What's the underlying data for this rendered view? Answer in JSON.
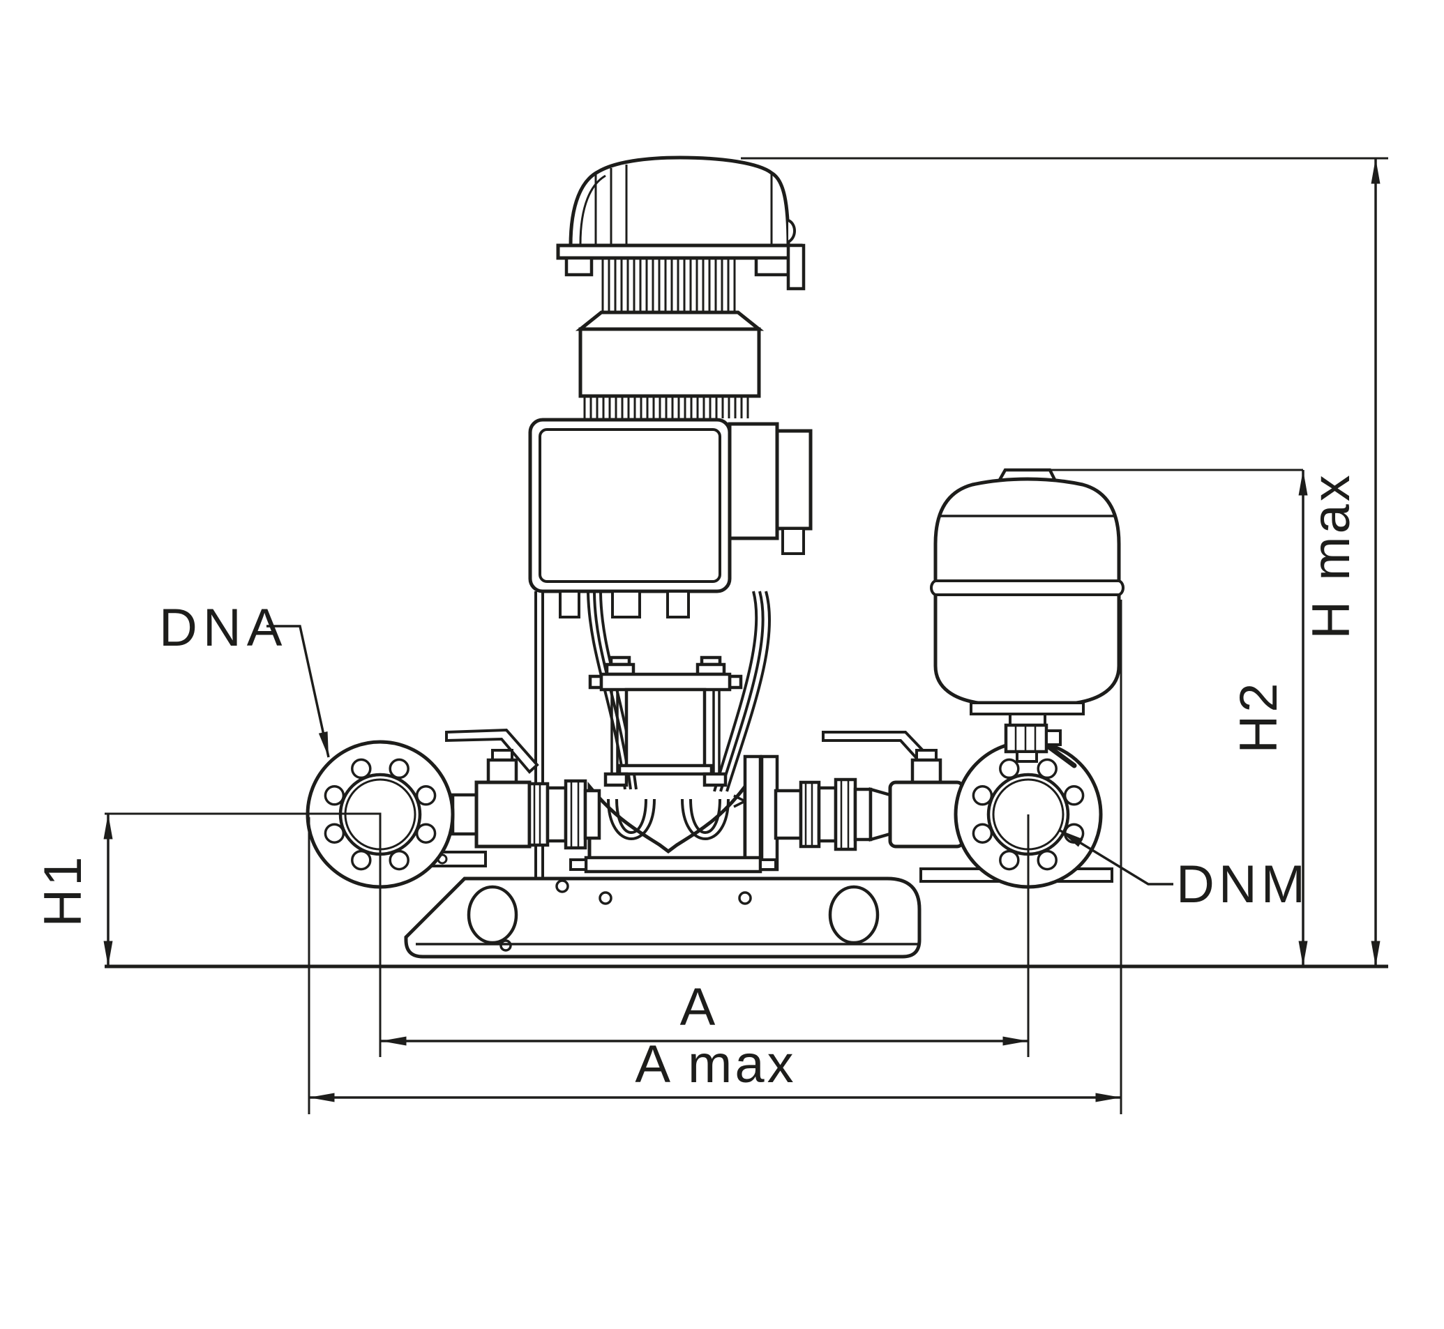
{
  "figure": {
    "type": "technical-dimensional-drawing",
    "subject": "vertical multistage booster pump set with diaphragm pressure tank",
    "line_color": "#1d1d1b",
    "background_color": "#ffffff"
  },
  "labels": {
    "dna": "DNA",
    "dnm": "DNM",
    "h1": "H1",
    "h2": "H2",
    "h_max": "H max",
    "a": "A",
    "a_max": "A max"
  },
  "parts": [
    "fan-cover",
    "motor-cooling-fins",
    "motor-band",
    "terminal-box",
    "conduit-box",
    "pump-pedestal",
    "pump-casing",
    "suction-flange",
    "discharge-flange",
    "ball-valve-left",
    "ball-valve-right",
    "pipe-union-left",
    "pipe-union-right",
    "pressure-tank",
    "air-valve-cap",
    "tank-shutoff-valve",
    "base-plate"
  ]
}
